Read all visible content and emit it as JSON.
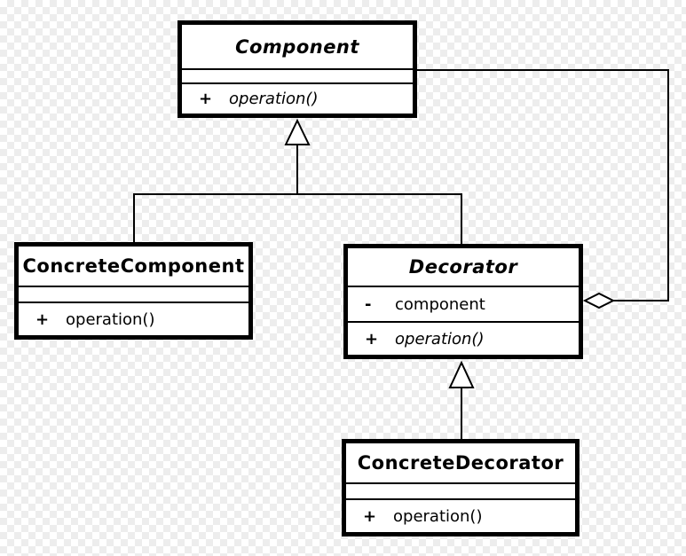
{
  "colors": {
    "line": "#000000",
    "box_fill": "#ffffff",
    "checker_light": "#ffffff",
    "checker_dark": "#ededed"
  },
  "diagram": {
    "classes": [
      {
        "name": "Component",
        "abstract": true,
        "attributes": [],
        "methods": [
          {
            "visibility": "+",
            "signature": "operation()",
            "abstract": true
          }
        ]
      },
      {
        "name": "ConcreteComponent",
        "abstract": false,
        "attributes": [],
        "methods": [
          {
            "visibility": "+",
            "signature": "operation()",
            "abstract": false
          }
        ]
      },
      {
        "name": "Decorator",
        "abstract": true,
        "attributes": [
          {
            "visibility": "-",
            "name": "component"
          }
        ],
        "methods": [
          {
            "visibility": "+",
            "signature": "operation()",
            "abstract": true
          }
        ]
      },
      {
        "name": "ConcreteDecorator",
        "abstract": false,
        "attributes": [],
        "methods": [
          {
            "visibility": "+",
            "signature": "operation()",
            "abstract": false
          }
        ]
      }
    ],
    "relationships": [
      {
        "type": "generalization",
        "from": "ConcreteComponent",
        "to": "Component"
      },
      {
        "type": "generalization",
        "from": "Decorator",
        "to": "Component"
      },
      {
        "type": "generalization",
        "from": "ConcreteDecorator",
        "to": "Decorator"
      },
      {
        "type": "aggregation",
        "owner": "Decorator",
        "part": "Component"
      }
    ]
  }
}
